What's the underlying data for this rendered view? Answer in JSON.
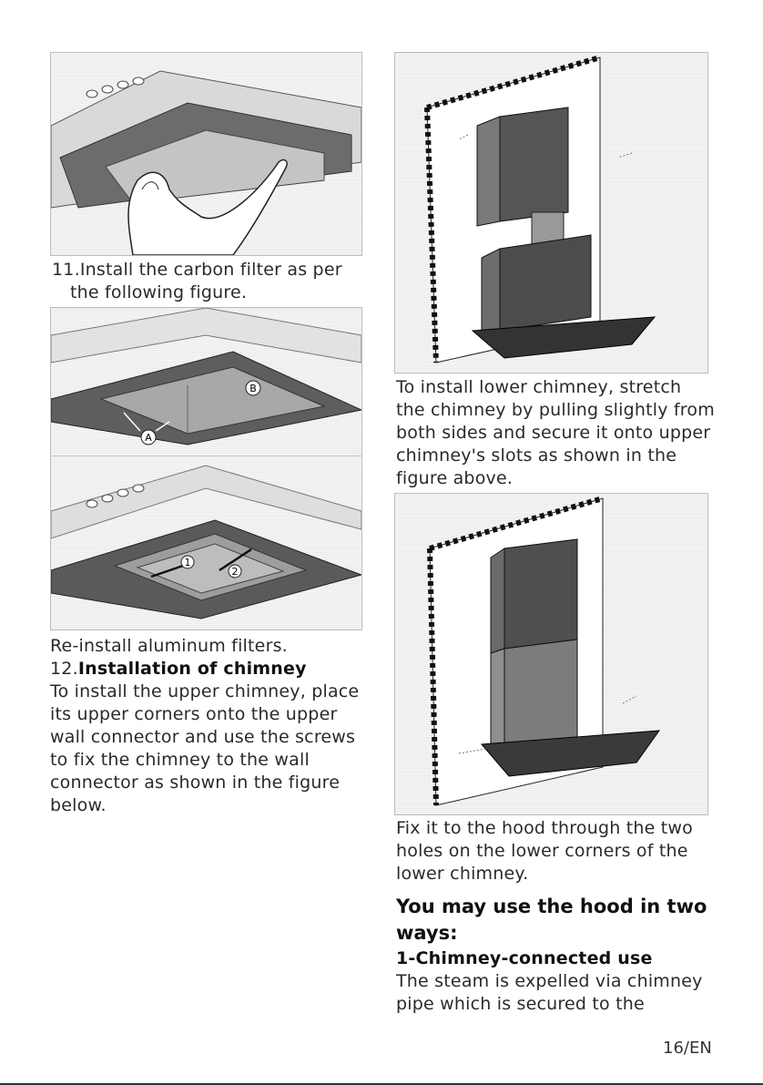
{
  "left": {
    "step11_lines": [
      "11.Install the carbon filter as per",
      "the following figure."
    ],
    "reinstall": "Re-install aluminum filters.",
    "step12_number": "12.",
    "step12_title": "Installation of chimney",
    "step12_body": [
      "To install the upper chimney, place",
      "its upper corners onto the upper",
      "wall connector and use the screws",
      "to fix the chimney to the wall",
      "connector as shown in the figure",
      "below."
    ],
    "figure_labels": {
      "a": "A",
      "b": "B",
      "one": "1",
      "two": "2"
    }
  },
  "right": {
    "lower_chimney": [
      "To install lower chimney, stretch",
      "the chimney by pulling slightly from",
      "both sides and secure it onto upper",
      "chimney's slots as shown in the",
      "figure above."
    ],
    "fix_text": [
      "Fix it to the hood through the two",
      "holes on the lower corners of the",
      "lower chimney."
    ],
    "ways_heading": [
      "You may use the hood in two",
      "ways:"
    ],
    "option1_title": "1-Chimney-connected use",
    "option1_body": [
      "The steam is expelled via chimney",
      "pipe which is secured to the"
    ]
  },
  "footer": {
    "page_number": "16/EN"
  }
}
